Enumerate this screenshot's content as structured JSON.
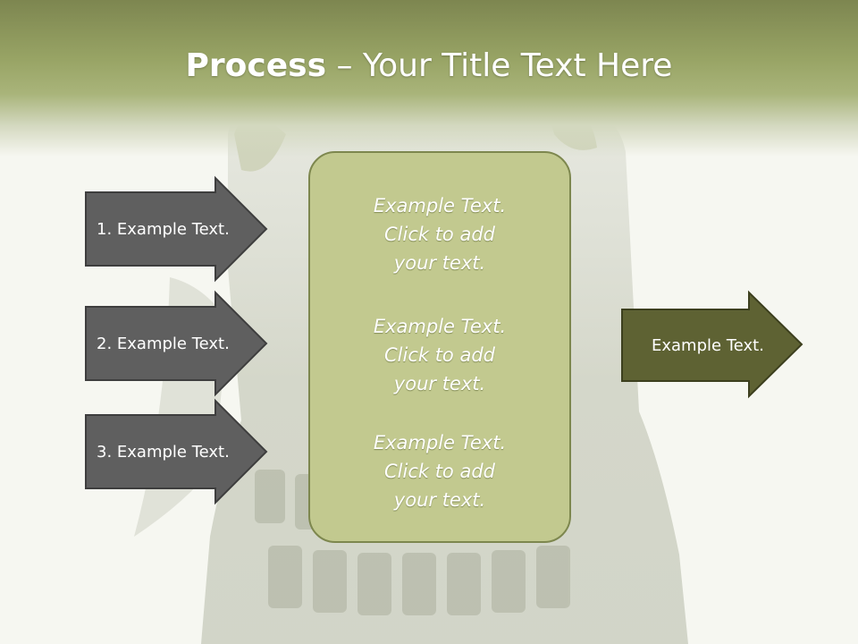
{
  "title": {
    "bold": "Process",
    "rest": " – Your Title Text Here"
  },
  "left_arrows": [
    {
      "label": "1. Example Text."
    },
    {
      "label": "2. Example Text."
    },
    {
      "label": "3. Example Text."
    }
  ],
  "panel": {
    "blocks": [
      {
        "line1": "Example Text.",
        "line2": "Click  to add",
        "line3": "your text."
      },
      {
        "line1": "Example Text.",
        "line2": "Click  to add",
        "line3": "your text."
      },
      {
        "line1": "Example Text.",
        "line2": "Click  to add",
        "line3": "your text."
      }
    ]
  },
  "right_arrow": {
    "label": "Example Text."
  },
  "colors": {
    "header": "#98a465",
    "left_arrow_fill": "#5f5f5f",
    "right_arrow_fill": "#5e6233",
    "panel_fill": "#c2c98f",
    "panel_border": "#7d874e"
  }
}
